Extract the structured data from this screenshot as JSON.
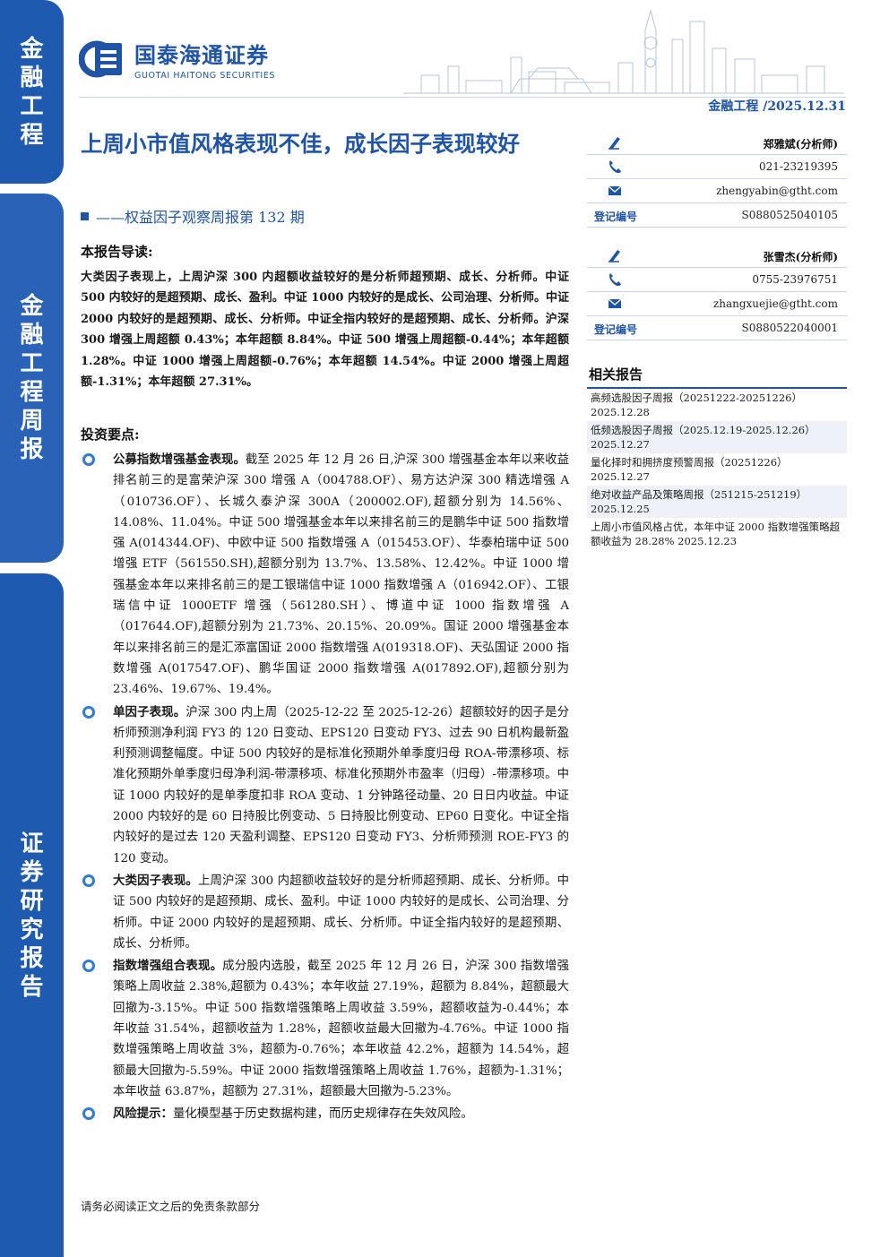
{
  "sidebar": {
    "block1": [
      "金",
      "融",
      "工",
      "程"
    ],
    "block2": [
      "金",
      "融",
      "工",
      "程",
      "周",
      "报"
    ],
    "block3": [
      "证",
      "券",
      "研",
      "究",
      "报",
      "告"
    ]
  },
  "brand": {
    "name_cn": "国泰海通证券",
    "name_en": "GUOTAI HAITONG SECURITIES",
    "accent": "#1f54a6"
  },
  "header": {
    "category_date": "金融工程 /2025.12.31"
  },
  "title": "上周小市值风格表现不佳，成长因子表现较好",
  "subtitle": "——权益因子观察周报第 132 期",
  "analysts": [
    {
      "name": "郑雅斌(分析师)",
      "phone": "021-23219395",
      "email": "zhengyabin@gtht.com",
      "reg_label": "登记编号",
      "reg_no": "S0880525040105"
    },
    {
      "name": "张雪杰(分析师)",
      "phone": "0755-23976751",
      "email": "zhangxuejie@gtht.com",
      "reg_label": "登记编号",
      "reg_no": "S0880522040001"
    }
  ],
  "related": {
    "title": "相关报告",
    "items": [
      {
        "name": "高频选股因子周报（20251222-20251226）",
        "date": "2025.12.28"
      },
      {
        "name": "低频选股因子周报（2025.12.19-2025.12.26）",
        "date": "2025.12.27"
      },
      {
        "name": "量化择时和拥挤度预警周报（20251226）",
        "date": "2025.12.27"
      },
      {
        "name": "绝对收益产品及策略周报（251215-251219）",
        "date": "2025.12.25"
      },
      {
        "name": "上周小市值风格占优，本年中证 2000 指数增强策略超额收益为 28.28%",
        "date": "2025.12.23"
      }
    ]
  },
  "intro": {
    "heading": "本报告导读:",
    "text": "大类因子表现上，上周沪深 300 内超额收益较好的是分析师超预期、成长、分析师。中证 500 内较好的是超预期、成长、盈利。中证 1000 内较好的是成长、公司治理、分析师。中证 2000 内较好的是超预期、成长、分析师。中证全指内较好的是超预期、成长、分析师。沪深 300 增强上周超额 0.43%；本年超额 8.84%。中证 500 增强上周超额-0.44%；本年超额 1.28%。中证 1000 增强上周超额-0.76%；本年超额 14.54%。中证 2000 增强上周超额-1.31%；本年超额 27.31%。"
  },
  "key_points": {
    "heading": "投资要点:",
    "items": [
      {
        "head": "公募指数增强基金表现。",
        "body": "截至 2025 年 12 月 26 日,沪深 300 增强基金本年以来收益排名前三的是富荣沪深 300 增强 A（004788.OF）、易方达沪深 300 精选增强 A（010736.OF）、长城久泰沪深 300A（200002.OF),超额分别为 14.56%、14.08%、11.04%。中证 500 增强基金本年以来排名前三的是鹏华中证 500 指数增强 A(014344.OF)、中欧中证 500 指数增强 A（015453.OF）、华泰柏瑞中证 500 增强 ETF（561550.SH),超额分别为 13.7%、13.58%、12.42%。中证 1000 增强基金本年以来排名前三的是工银瑞信中证 1000 指数增强 A（016942.OF）、工银瑞信中证 1000ETF 增强（561280.SH）、博道中证 1000 指数增强 A（017644.OF),超额分别为 21.73%、20.15%、20.09%。国证 2000 增强基金本年以来排名前三的是汇添富国证 2000 指数增强 A(019318.OF)、天弘国证 2000 指数增强 A(017547.OF)、鹏华国证 2000 指数增强 A(017892.OF),超额分别为 23.46%、19.67%、19.4%。"
      },
      {
        "head": "单因子表现。",
        "body": "沪深 300 内上周（2025-12-22 至 2025-12-26）超额较好的因子是分析师预测净利润 FY3 的 120 日变动、EPS120 日变动 FY3、过去 90 日机构最新盈利预测调整幅度。中证 500 内较好的是标准化预期外单季度归母 ROA-带漂移项、标准化预期外单季度归母净利润-带漂移项、标准化预期外市盈率（归母）-带漂移项。中证 1000 内较好的是单季度扣非 ROA 变动、1 分钟路径动量、20 日日内收益。中证 2000 内较好的是 60 日持股比例变动、5 日持股比例变动、EP60 日变化。中证全指内较好的是过去 120 天盈利调整、EPS120 日变动 FY3、分析师预测 ROE-FY3 的 120 变动。"
      },
      {
        "head": "大类因子表现。",
        "body": "上周沪深 300 内超额收益较好的是分析师超预期、成长、分析师。中证 500 内较好的是超预期、成长、盈利。中证 1000 内较好的是成长、公司治理、分析师。中证 2000 内较好的是超预期、成长、分析师。中证全指内较好的是超预期、成长、分析师。"
      },
      {
        "head": "指数增强组合表现。",
        "body": "成分股内选股，截至 2025 年 12 月 26 日，沪深 300 指数增强策略上周收益 2.38%,超额为 0.43%；本年收益 27.19%，超额为 8.84%，超额最大回撤为-3.15%。中证 500 指数增强策略上周收益 3.59%，超额收益为-0.44%；本年收益 31.54%，超额收益为 1.28%，超额收益最大回撤为-4.76%。中证 1000 指数增强策略上周收益 3%，超额为-0.76%；本年收益 42.2%，超额为 14.54%，超额最大回撤为-5.59%。中证 2000 指数增强策略上周收益 1.76%，超额为-1.31%；本年收益 63.87%，超额为 27.31%，超额最大回撤为-5.23%。"
      },
      {
        "head": "风险提示：",
        "body": "量化模型基于历史数据构建，而历史规律存在失效风险。"
      }
    ]
  },
  "footer": {
    "disclaimer": "请务必阅读正文之后的免责条款部分"
  }
}
